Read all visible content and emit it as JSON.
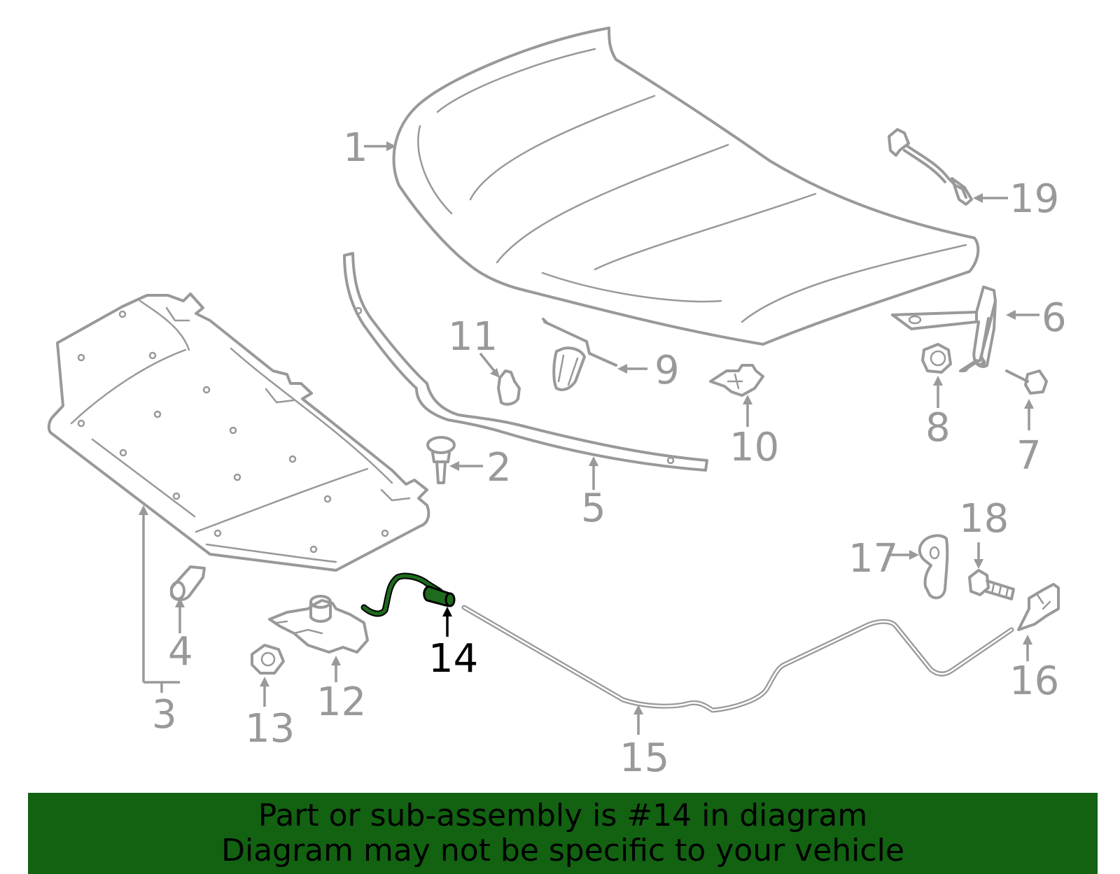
{
  "callouts": [
    {
      "id": "1",
      "label": "1"
    },
    {
      "id": "2",
      "label": "2"
    },
    {
      "id": "3",
      "label": "3"
    },
    {
      "id": "4",
      "label": "4"
    },
    {
      "id": "5",
      "label": "5"
    },
    {
      "id": "6",
      "label": "6"
    },
    {
      "id": "7",
      "label": "7"
    },
    {
      "id": "8",
      "label": "8"
    },
    {
      "id": "9",
      "label": "9"
    },
    {
      "id": "10",
      "label": "10"
    },
    {
      "id": "11",
      "label": "11"
    },
    {
      "id": "12",
      "label": "12"
    },
    {
      "id": "13",
      "label": "13"
    },
    {
      "id": "14",
      "label": "14"
    },
    {
      "id": "15",
      "label": "15"
    },
    {
      "id": "16",
      "label": "16"
    },
    {
      "id": "17",
      "label": "17"
    },
    {
      "id": "18",
      "label": "18"
    },
    {
      "id": "19",
      "label": "19"
    }
  ],
  "highlighted_part": "14",
  "colors": {
    "part_line": "#999999",
    "highlight_part": "#1e6b1e",
    "banner_bg": "#126212",
    "banner_text": "#000000"
  },
  "banner": {
    "line1": "Part or sub-assembly is #14 in diagram",
    "line2": "Diagram may not be specific to your vehicle"
  }
}
